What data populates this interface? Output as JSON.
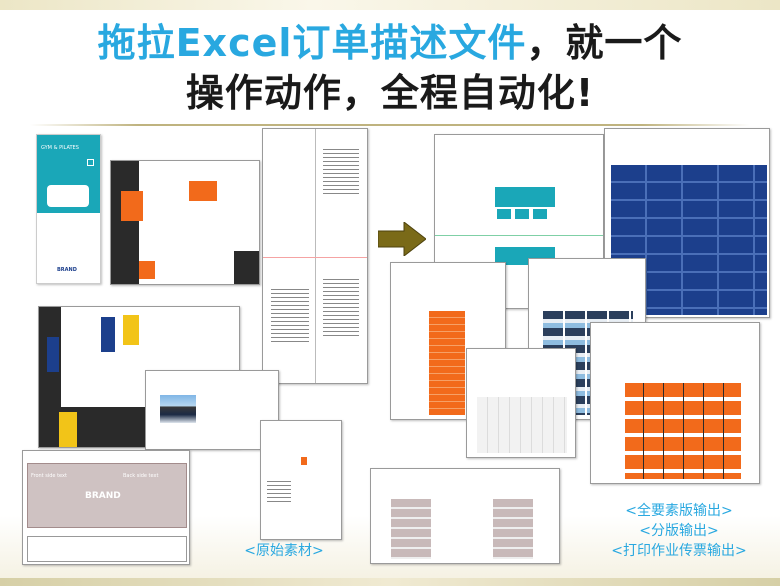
{
  "title": {
    "line1_colored": "拖拉Excel订单描述文件",
    "line1_rest": "，就一个",
    "line2": "操作动作，全程自动化!"
  },
  "captions": {
    "source": "<原始素材>",
    "output1": "<全要素版输出>",
    "output2": "<分版输出>",
    "output3": "<打印作业传票输出>"
  },
  "thumb_text": {
    "gym": "GYM & PILATES",
    "brand": "BRAND",
    "front_side": "Front side text",
    "back_side": "Back side text",
    "brand_big": "BRAND"
  },
  "colors": {
    "title_blue": "#29a8e0",
    "arrow": "#7a6a18",
    "teal": "#1aa7b8",
    "orange": "#f26a1b",
    "navy": "#1c3f8c"
  }
}
